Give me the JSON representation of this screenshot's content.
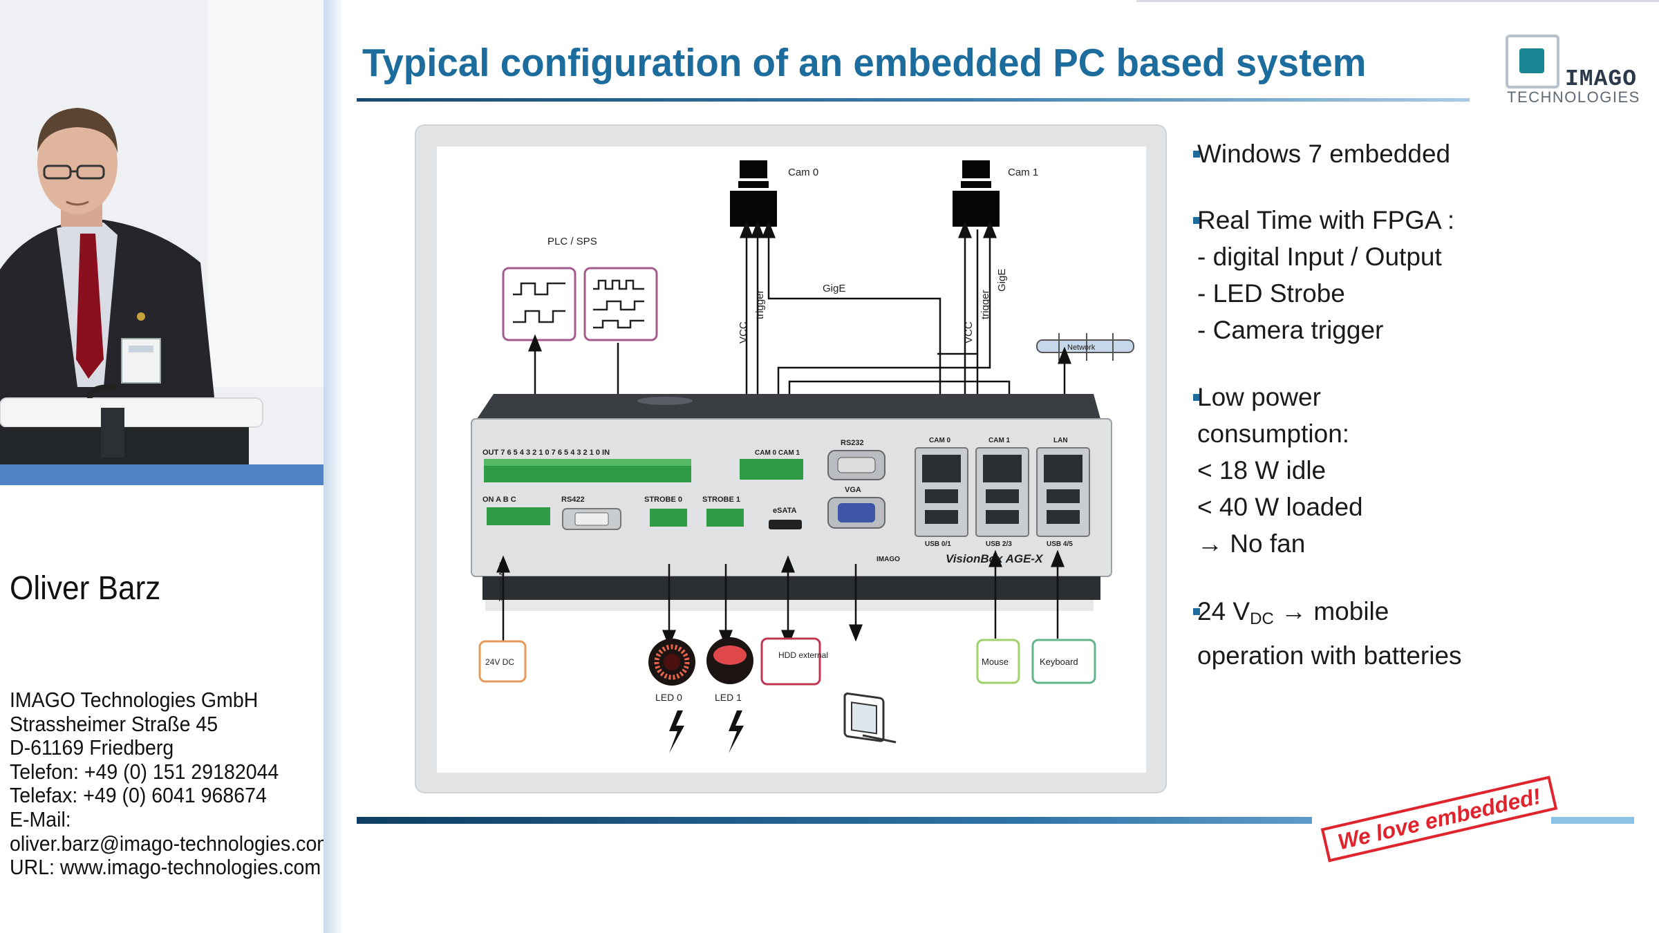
{
  "speaker": {
    "name": "Oliver Barz",
    "contact": [
      "IMAGO Technologies GmbH",
      "Strassheimer Straße 45",
      "D-61169 Friedberg",
      "Telefon: +49 (0) 151 29182044",
      "Telefax: +49 (0) 6041 968674",
      "E-Mail:",
      "oliver.barz@imago-technologies.com",
      "URL: www.imago-technologies.com"
    ]
  },
  "slide": {
    "title": "Typical configuration of an embedded PC based system",
    "logo": {
      "name": "IMAGO",
      "subtitle": "TECHNOLOGIES"
    },
    "stamp": "We love embedded!",
    "bullets": [
      {
        "lines": [
          "Windows 7 embedded"
        ]
      },
      {
        "lines": [
          "Real Time with FPGA :",
          "- digital Input / Output",
          "- LED Strobe",
          "- Camera trigger"
        ]
      },
      {
        "lines": [
          "Low power",
          "consumption:",
          "< 18 W idle",
          "< 40 W loaded",
          "→ No fan"
        ]
      },
      {
        "lines_rich": {
          "pre": "24 V",
          "sub": "DC",
          "post": " → mobile"
        },
        "lines": [
          "operation with batteries"
        ]
      }
    ],
    "colors": {
      "title": "#1c6c9d",
      "accent_bar": "#4f84c9",
      "stamp": "#e0242d"
    }
  },
  "diagram": {
    "cams": [
      "Cam 0",
      "Cam 1"
    ],
    "cam_signals": [
      "VCC",
      "trigger",
      "GigE"
    ],
    "plc": "PLC / SPS",
    "network": "Network",
    "device_name": "VisionBox AGE-X",
    "device_brand": "IMAGO",
    "port_labels": {
      "io": "OUT 7 6 5 4 3 2 1 0 7 6 5 4 3 2 1 0 IN",
      "onabc": "ON A B C",
      "rs422": "RS422",
      "strobe0": "STROBE 0",
      "strobe1": "STROBE 1",
      "camio": "CAM 0 CAM 1",
      "esata": "eSATA",
      "rs232": "RS232",
      "vga": "VGA",
      "lan_cam0": "CAM 0",
      "lan_cam1": "CAM 1",
      "lan": "LAN",
      "usb01": "USB 0/1",
      "usb23": "USB 2/3",
      "usb45": "USB 4/5",
      "power_pins": "+24V GND PE"
    },
    "peripherals": {
      "power": "24V DC",
      "led0": "LED 0",
      "led1": "LED 1",
      "hdd": "HDD external",
      "mouse": "Mouse",
      "keyboard": "Keyboard"
    }
  }
}
